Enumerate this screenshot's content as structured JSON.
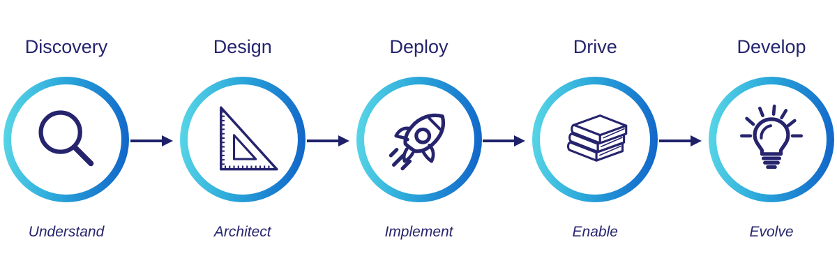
{
  "diagram": {
    "title": "five-stage-process-flow",
    "stages": [
      {
        "title": "Discovery",
        "subtitle": "Understand",
        "icon": "magnifier-icon"
      },
      {
        "title": "Design",
        "subtitle": "Architect",
        "icon": "set-square-icon"
      },
      {
        "title": "Deploy",
        "subtitle": "Implement",
        "icon": "rocket-icon"
      },
      {
        "title": "Drive",
        "subtitle": "Enable",
        "icon": "books-icon"
      },
      {
        "title": "Develop",
        "subtitle": "Evolve",
        "icon": "lightbulb-icon"
      }
    ],
    "colors": {
      "text": "#26246d",
      "icon_stroke": "#26246d",
      "arrow": "#1e2068",
      "ring_gradient_start": "#5bd9e7",
      "ring_gradient_mid": "#2aa7da",
      "ring_gradient_end": "#1062c8",
      "background": "#ffffff"
    }
  }
}
